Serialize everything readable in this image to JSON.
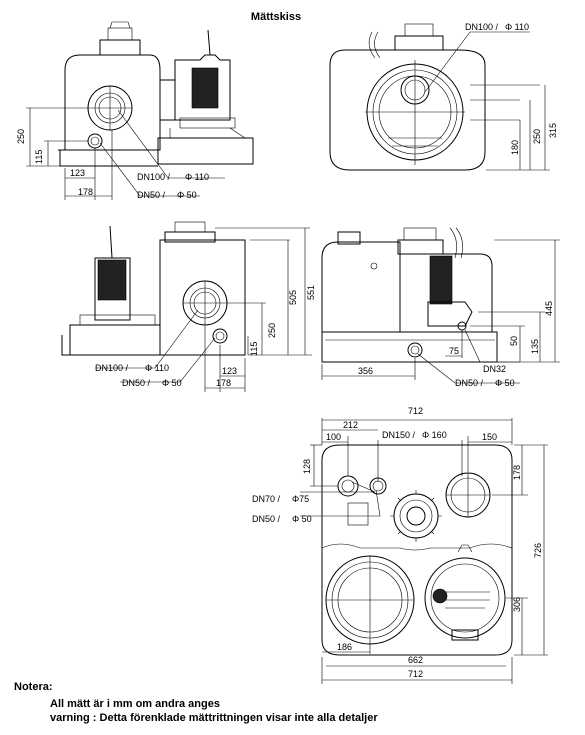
{
  "title": "Mättskiss",
  "notes": {
    "heading": "Notera:",
    "line1": "All mätt är i mm om andra anges",
    "line2": "varning : Detta förenklade mättrittningen visar inte alla detaljer"
  },
  "labels": {
    "dn100_110": "DN100 /",
    "phi110": "Φ 110",
    "dn50": "DN50 /",
    "phi50": "Φ 50",
    "dn70": "DN70 /",
    "phi75": "Φ75",
    "dn150": "DN150 /",
    "phi160": "Φ 160",
    "dn32": "DN32"
  },
  "dims": {
    "v1": {
      "d250": "250",
      "d115": "115",
      "d123": "123",
      "d178": "178"
    },
    "v2": {
      "d315": "315",
      "d250": "250",
      "d180": "180"
    },
    "v3": {
      "d551": "551",
      "d505": "505",
      "d250": "250",
      "d115": "115",
      "d123": "123",
      "d178": "178"
    },
    "v4": {
      "d445": "445",
      "d50": "50",
      "d135": "135",
      "d356": "356",
      "d75": "75"
    },
    "v5": {
      "d712top": "712",
      "d212": "212",
      "d100": "100",
      "d150": "150",
      "d128": "128",
      "d178": "178",
      "d726": "726",
      "d306": "306",
      "d186": "186",
      "d662": "662",
      "d712bot": "712"
    }
  }
}
